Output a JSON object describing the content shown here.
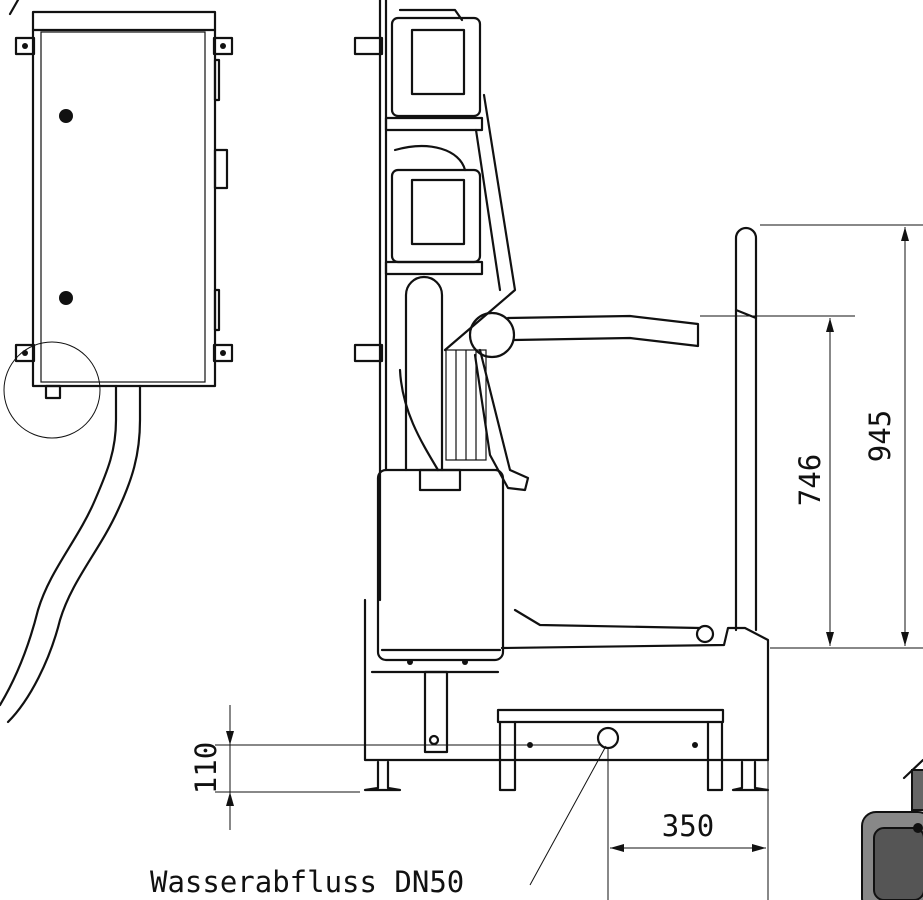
{
  "dimensions": {
    "dim_746": "746",
    "dim_945": "945",
    "dim_110": "110",
    "dim_350": "350"
  },
  "labels": {
    "drain": "Wasserabfluss DN50"
  },
  "colors": {
    "ink": "#111111",
    "background": "#ffffff"
  }
}
